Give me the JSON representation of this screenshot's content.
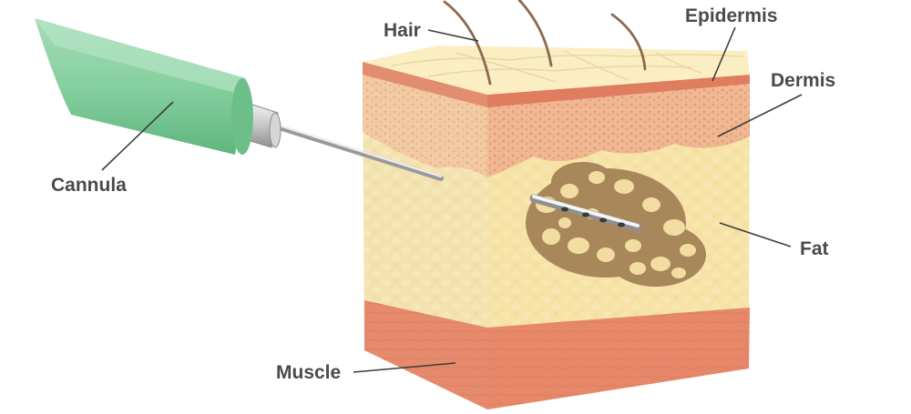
{
  "labels": {
    "hair": "Hair",
    "epidermis": "Epidermis",
    "dermis": "Dermis",
    "cannula": "Cannula",
    "fat": "Fat",
    "muscle": "Muscle"
  },
  "colors": {
    "cannula_green": "#7fcb98",
    "epidermis": "#e58a6c",
    "dermis": "#efb792",
    "fat": "#f6e3a8",
    "muscle": "#e6876a",
    "fat_lobule": "#a8875a",
    "skin_top": "#fbeec2",
    "label_text": "#4a4a4a"
  }
}
